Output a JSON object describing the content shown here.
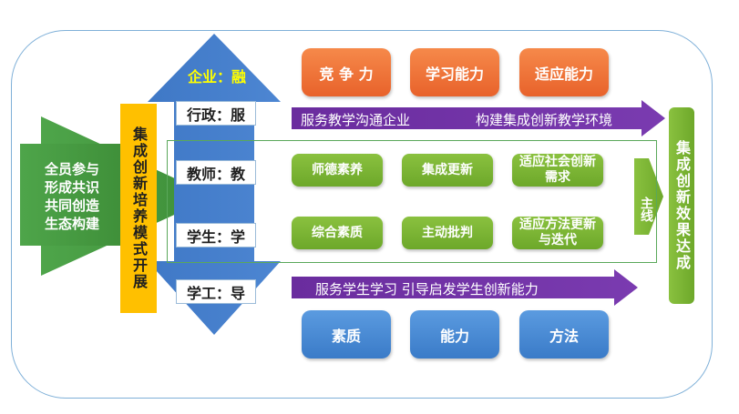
{
  "left_block": {
    "lines": [
      "全员参与",
      "形成共识",
      "共同创造",
      "生态构建"
    ]
  },
  "yellow_column": {
    "label": "集成创新培养模式开展"
  },
  "vertical_arrow": {
    "top_label": "企业：融"
  },
  "role_labels": [
    "行政：服",
    "教师：教",
    "学生：学",
    "学工：导"
  ],
  "top_boxes": [
    "竞 争 力",
    "学习能力",
    "适应能力"
  ],
  "top_arrow": {
    "left_text": "服务教学沟通企业",
    "right_text": "构建集成创新教学环境"
  },
  "green_boxes_row1": [
    "师德素养",
    "集成更新",
    "适应社会创新需求"
  ],
  "green_boxes_row2": [
    "综合素质",
    "主动批判",
    "适应方法更新与迭代"
  ],
  "bottom_arrow": {
    "text": "服务学生学习   引导启发学生创新能力"
  },
  "bottom_boxes": [
    "素质",
    "能力",
    "方法"
  ],
  "main_line": {
    "label": "主线"
  },
  "right_column": {
    "label": "集成创新效果达成"
  },
  "colors": {
    "blue_arrow": "#3f78c6",
    "green_arrow": "#4a9a3a",
    "purple_arrow": "#7030a0",
    "yellow": "#ffc000",
    "orange": "#ec6b2d",
    "green_box": "#7ab534",
    "blue_box": "#4a8ad5"
  }
}
